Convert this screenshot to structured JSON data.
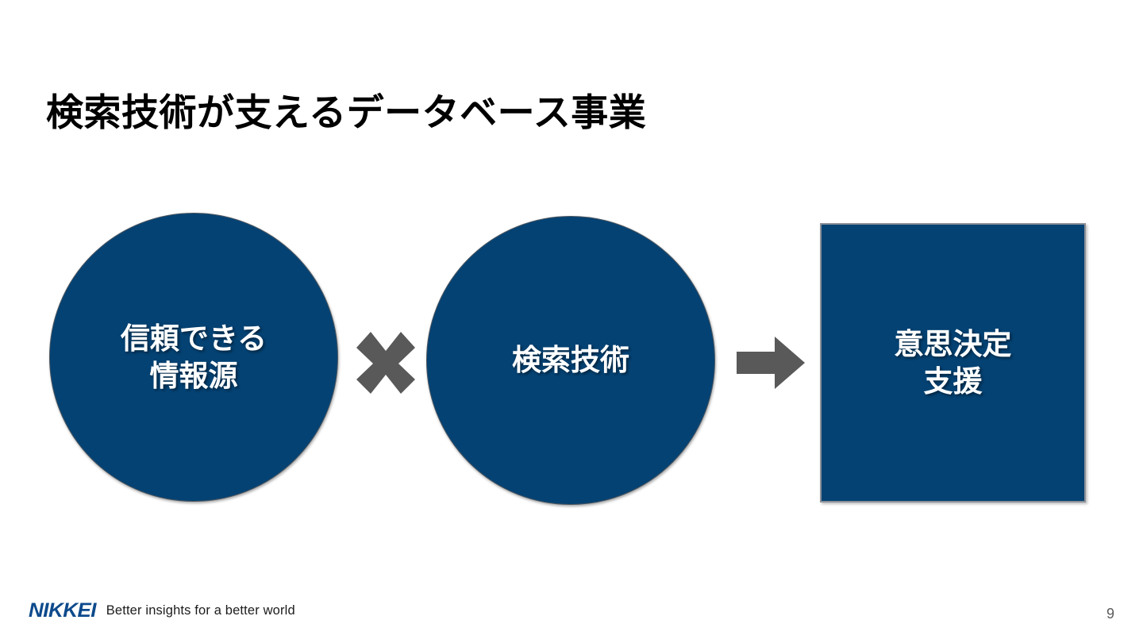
{
  "slide": {
    "title": "検索技術が支えるデータベース事業",
    "page_number": "9",
    "background_color": "#ffffff",
    "accent_color": "#044273",
    "operator_color": "#595959",
    "brand_color": "#0d4a8c"
  },
  "diagram": {
    "type": "process-flow",
    "nodes": [
      {
        "id": "source",
        "shape": "circle",
        "label": "信頼できる\n情報源",
        "fill": "#044273",
        "text_color": "#ffffff"
      },
      {
        "id": "tech",
        "shape": "circle",
        "label": "検索技術",
        "fill": "#044273",
        "text_color": "#ffffff"
      },
      {
        "id": "decision",
        "shape": "square",
        "label": "意思決定\n支援",
        "fill": "#044273",
        "text_color": "#ffffff"
      }
    ],
    "operators": [
      {
        "id": "multiply",
        "symbol": "×",
        "name": "multiply-icon",
        "color": "#595959"
      },
      {
        "id": "arrow",
        "symbol": "→",
        "name": "right-arrow-icon",
        "color": "#595959"
      }
    ]
  },
  "footer": {
    "logo_text": "NIKKEI",
    "tagline": "Better insights for a better world"
  }
}
